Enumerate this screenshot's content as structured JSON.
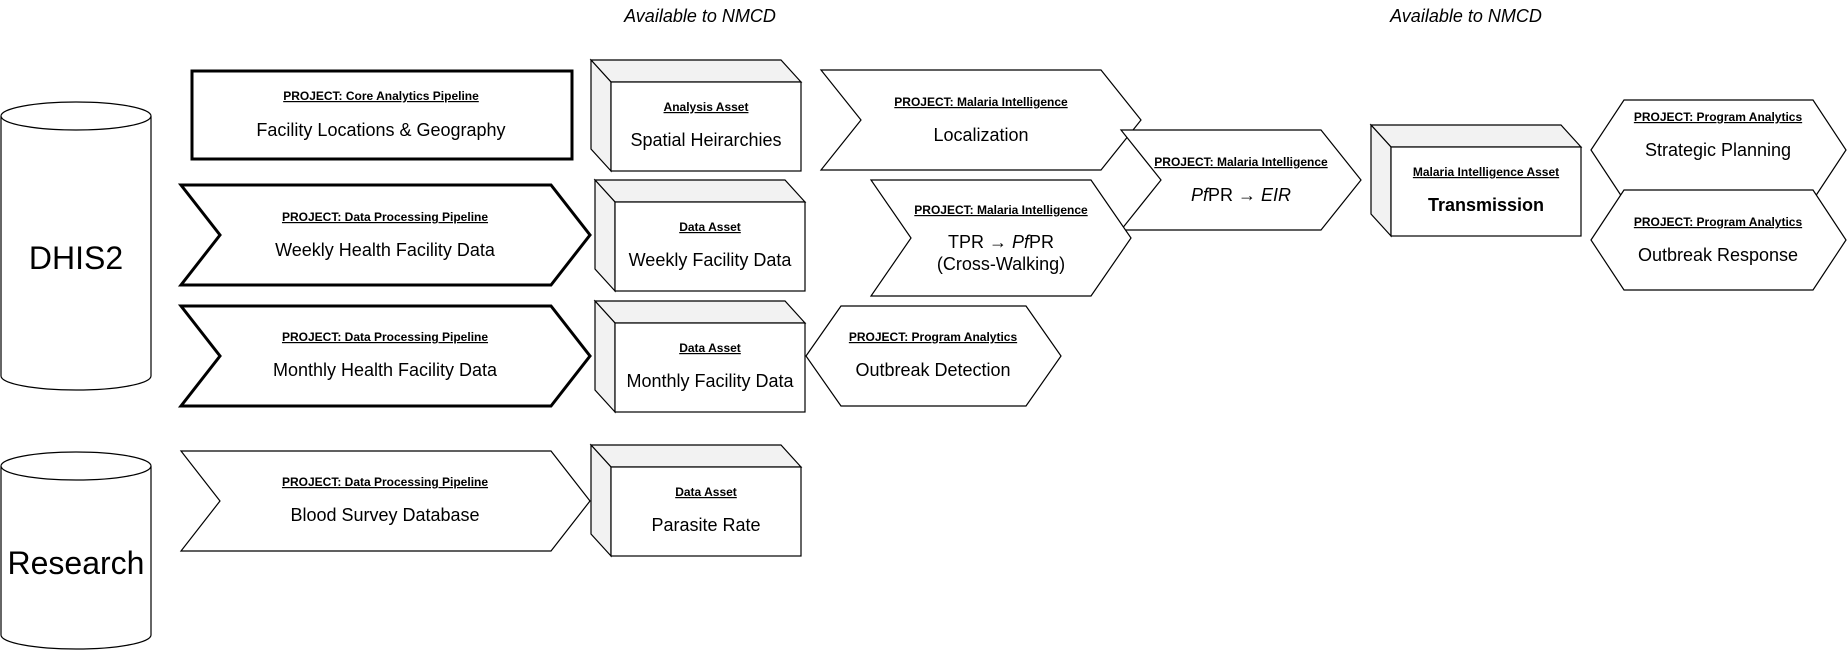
{
  "headers": {
    "left_available": "Available to NMCD",
    "right_available": "Available to NMCD"
  },
  "databases": {
    "dhis2": "DHIS2",
    "research": "Research"
  },
  "pipelines": {
    "facility_locations": {
      "project": "PROJECT: Core Analytics Pipeline",
      "name": "Facility Locations & Geography"
    },
    "weekly_hf": {
      "project": "PROJECT: Data Processing Pipeline",
      "name": "Weekly Health Facility Data"
    },
    "monthly_hf": {
      "project": "PROJECT: Data Processing Pipeline",
      "name": "Monthly Health Facility Data"
    },
    "blood_survey": {
      "project": "PROJECT: Data Processing Pipeline",
      "name": "Blood Survey Database"
    }
  },
  "assets": {
    "spatial": {
      "type": "Analysis Asset",
      "name": "Spatial Heirarchies"
    },
    "weekly": {
      "type": "Data Asset",
      "name": "Weekly Facility Data"
    },
    "monthly": {
      "type": "Data Asset",
      "name": "Monthly Facility Data"
    },
    "parasite": {
      "type": "Data Asset",
      "name": "Parasite Rate"
    },
    "transmission": {
      "type": "Malaria Intelligence Asset",
      "name": "Transmission"
    }
  },
  "intelligence": {
    "localization": {
      "project": "PROJECT: Malaria Intelligence",
      "name": "Localization"
    },
    "crosswalk": {
      "project": "PROJECT: Malaria Intelligence",
      "tpr": "TPR",
      "arrow": "→",
      "pf": "Pf",
      "pr": "PR",
      "line2": "(Cross-Walking)"
    },
    "pfpr_eir": {
      "project": "PROJECT: Malaria Intelligence",
      "pf": "Pf",
      "pr": "PR",
      "arrow": "→",
      "eir": "EIR"
    }
  },
  "analytics": {
    "outbreak_detection": {
      "project": "PROJECT: Program Analytics",
      "name": "Outbreak Detection"
    },
    "strategic_planning": {
      "project": "PROJECT: Program Analytics",
      "name": "Strategic Planning"
    },
    "outbreak_response": {
      "project": "PROJECT: Program Analytics",
      "name": "Outbreak Response"
    }
  }
}
